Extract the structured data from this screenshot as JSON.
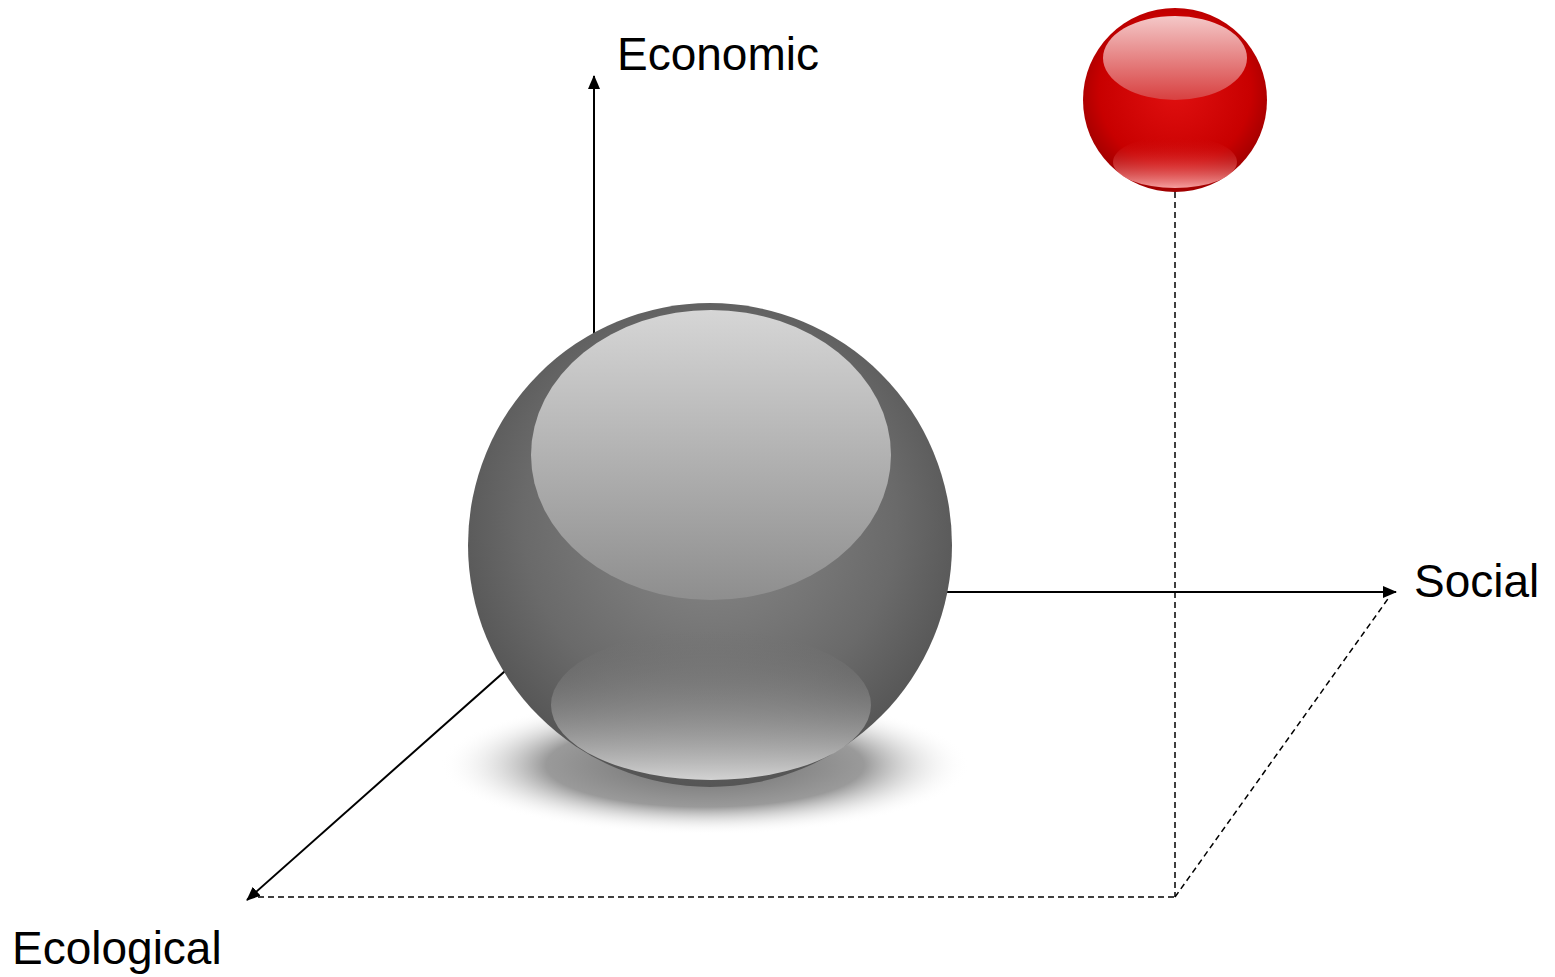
{
  "diagram": {
    "labels": [
      "Economic",
      "Social",
      "Ecological"
    ]
  }
}
